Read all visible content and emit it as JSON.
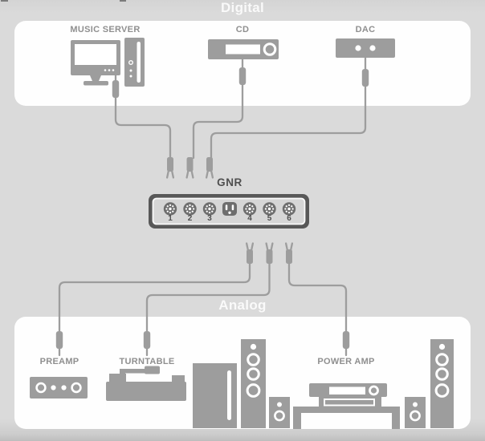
{
  "zones": {
    "digital": {
      "label": "Digital"
    },
    "analog": {
      "label": "Analog"
    }
  },
  "hub": {
    "label": "GNR",
    "ports": [
      {
        "number": "1",
        "connected_to": "MUSIC SERVER"
      },
      {
        "number": "2",
        "connected_to": "CD"
      },
      {
        "number": "3",
        "connected_to": "DAC"
      },
      {
        "number": "4",
        "connected_to": "PREAMP"
      },
      {
        "number": "5",
        "connected_to": "TURNTABLE"
      },
      {
        "number": "6",
        "connected_to": "POWER AMP"
      }
    ],
    "power_inlet_icon": "iec-power-inlet-icon"
  },
  "devices": {
    "music_server": {
      "label": "MUSIC SERVER",
      "icon": "desktop-computer-icon",
      "zone": "Digital"
    },
    "cd": {
      "label": "CD",
      "icon": "cd-player-icon",
      "zone": "Digital"
    },
    "dac": {
      "label": "DAC",
      "icon": "dac-box-icon",
      "zone": "Digital"
    },
    "preamp": {
      "label": "PREAMP",
      "icon": "preamp-icon",
      "zone": "Analog"
    },
    "turntable": {
      "label": "TURNTABLE",
      "icon": "turntable-icon",
      "zone": "Analog"
    },
    "power_amp": {
      "label": "POWER AMP",
      "icon": "power-amplifier-icon",
      "zone": "Analog"
    }
  },
  "colors": {
    "background": "#d9d9d9",
    "panel": "#fefefe",
    "icon_gray": "#9d9d9d",
    "device_label": "#8f8f8f",
    "zone_label": "#f2f2f2",
    "hub_frame": "#585858",
    "hub_face": "#d6d6d6",
    "terminal": "#6e6e6e",
    "port_number": "#4e4e4e"
  }
}
